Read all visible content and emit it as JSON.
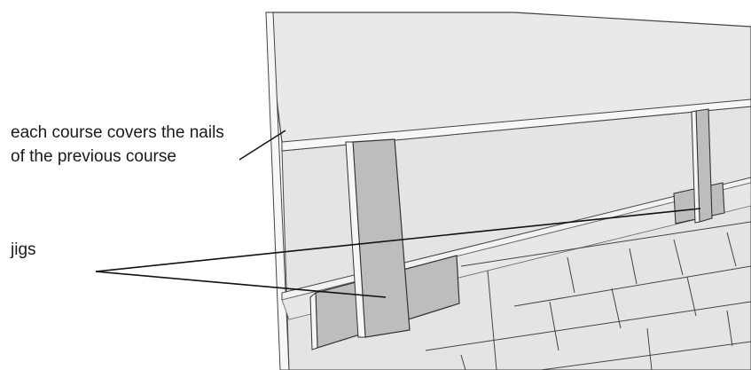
{
  "annotations": {
    "course_note_line1": "each course covers the nails",
    "course_note_line2": "of the previous course",
    "jigs_label": "jigs"
  },
  "colors": {
    "siding_face": "#e4e4e4",
    "siding_face_upper": "#e9e9e9",
    "board_edge": "#f7f7f7",
    "jig_dark": "#bdbdbd",
    "jig_highlight": "#f6f6f6",
    "outline": "#333333",
    "leader_line": "#111111"
  }
}
